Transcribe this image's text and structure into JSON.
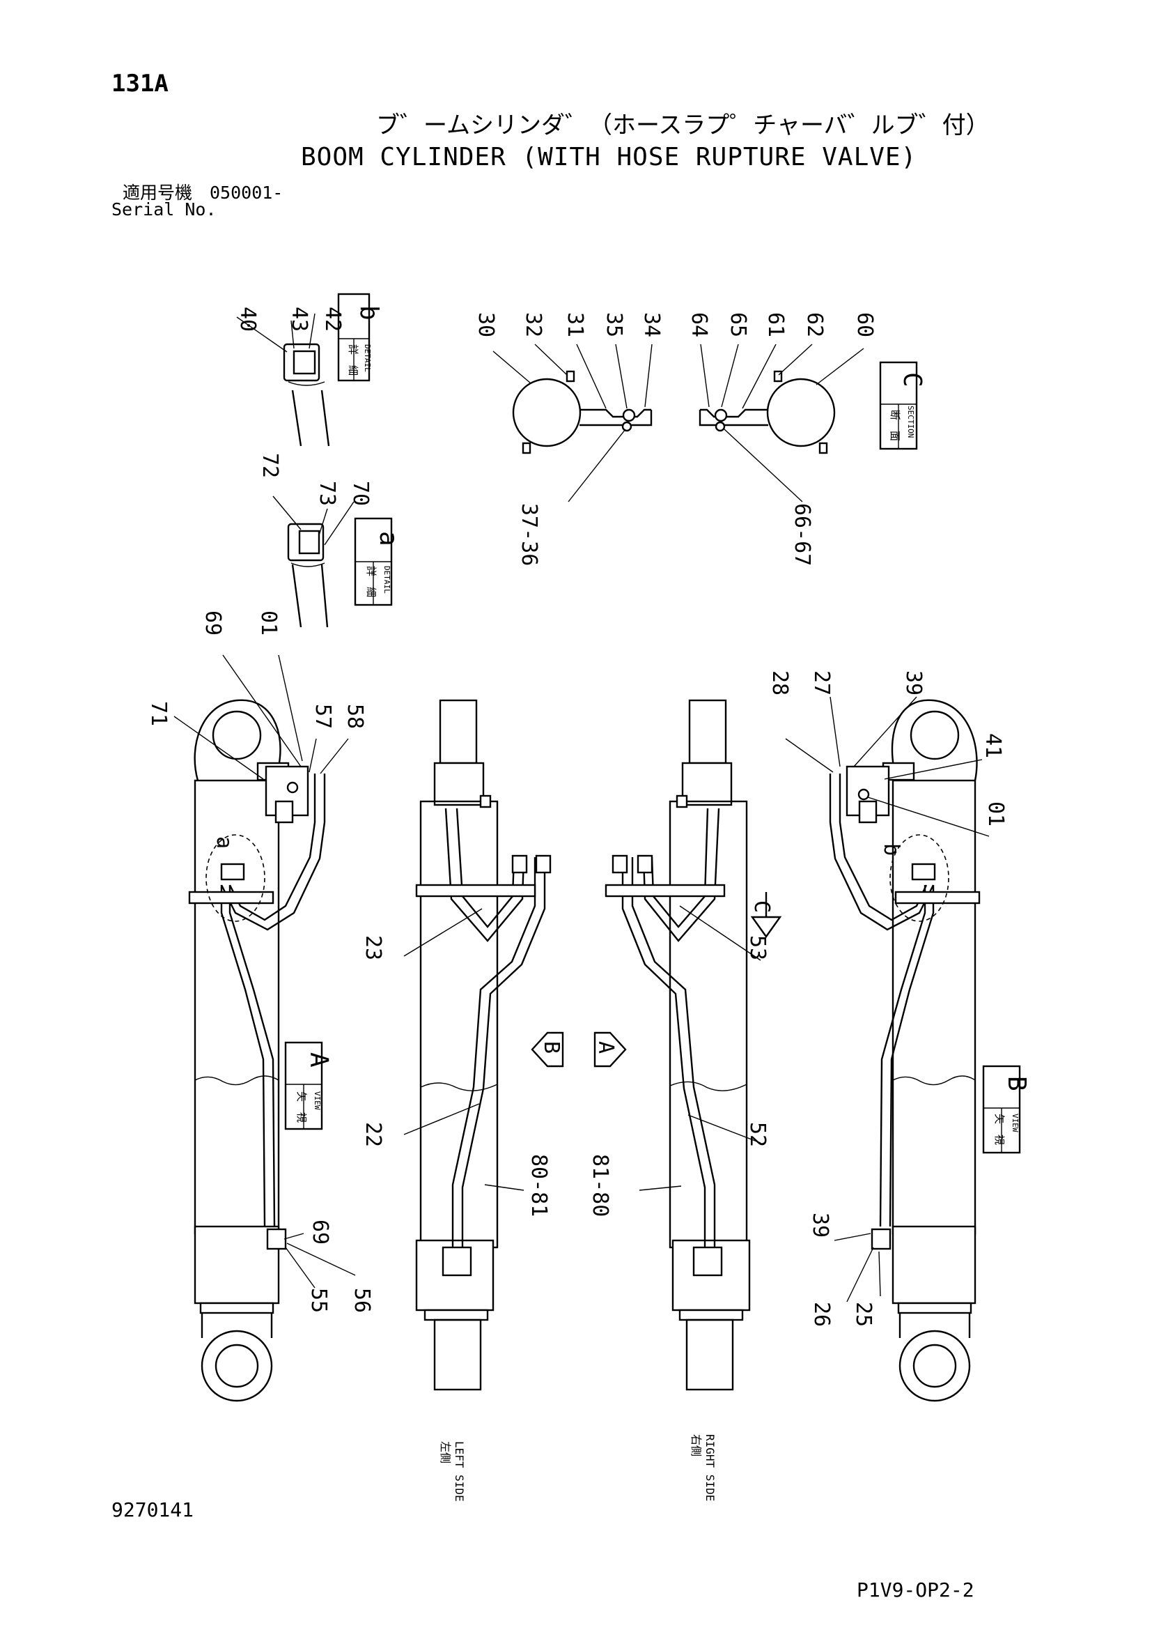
{
  "header": {
    "page_number": "131A",
    "title_jp": "ブ゛ームシリンダ゛（ホースラプ゜チャーバ゛ルブ゛付）",
    "title_en": "BOOM CYLINDER (WITH HOSE RUPTURE VALVE)",
    "serial_jp": "適用号機　050001-",
    "serial_en": "Serial No."
  },
  "footer": {
    "doc_number": "9270141",
    "sheet_code": "P1V9-OP2-2"
  },
  "callouts": {
    "detail_b": [
      "40",
      "43",
      "42"
    ],
    "detail_a": [
      "72",
      "73",
      "70"
    ],
    "section_c_left": [
      "30",
      "32",
      "31",
      "35",
      "34",
      "37-36"
    ],
    "section_c_right": [
      "64",
      "65",
      "61",
      "62",
      "60",
      "66-67"
    ],
    "view_a": [
      "71",
      "69",
      "01",
      "57",
      "58",
      "69",
      "55",
      "56"
    ],
    "left_side": [
      "23",
      "22",
      "80-81"
    ],
    "right_side": [
      "53",
      "52",
      "81-80"
    ],
    "view_b": [
      "28",
      "27",
      "39",
      "41",
      "01",
      "39",
      "26",
      "25"
    ]
  },
  "boxes": {
    "detail_b": {
      "letter": "b",
      "jp": "詳　細",
      "en": "DETAIL"
    },
    "detail_a": {
      "letter": "a",
      "jp": "詳　細",
      "en": "DETAIL"
    },
    "section_c": {
      "letter": "C",
      "jp": "断　面",
      "en": "SECTION"
    },
    "view_a": {
      "letter": "A",
      "jp": "矢　視",
      "en": "VIEW"
    },
    "view_b": {
      "letter": "B",
      "jp": "矢　視",
      "en": "VIEW"
    }
  },
  "markers": {
    "detail_a_mark": "a",
    "detail_b_mark": "b",
    "arrow_b": "B",
    "arrow_a": "A",
    "arrow_c": "C"
  },
  "side_labels": {
    "left_jp": "左側",
    "left_en": "LEFT SIDE",
    "right_jp": "右側",
    "right_en": "RIGHT SIDE"
  }
}
